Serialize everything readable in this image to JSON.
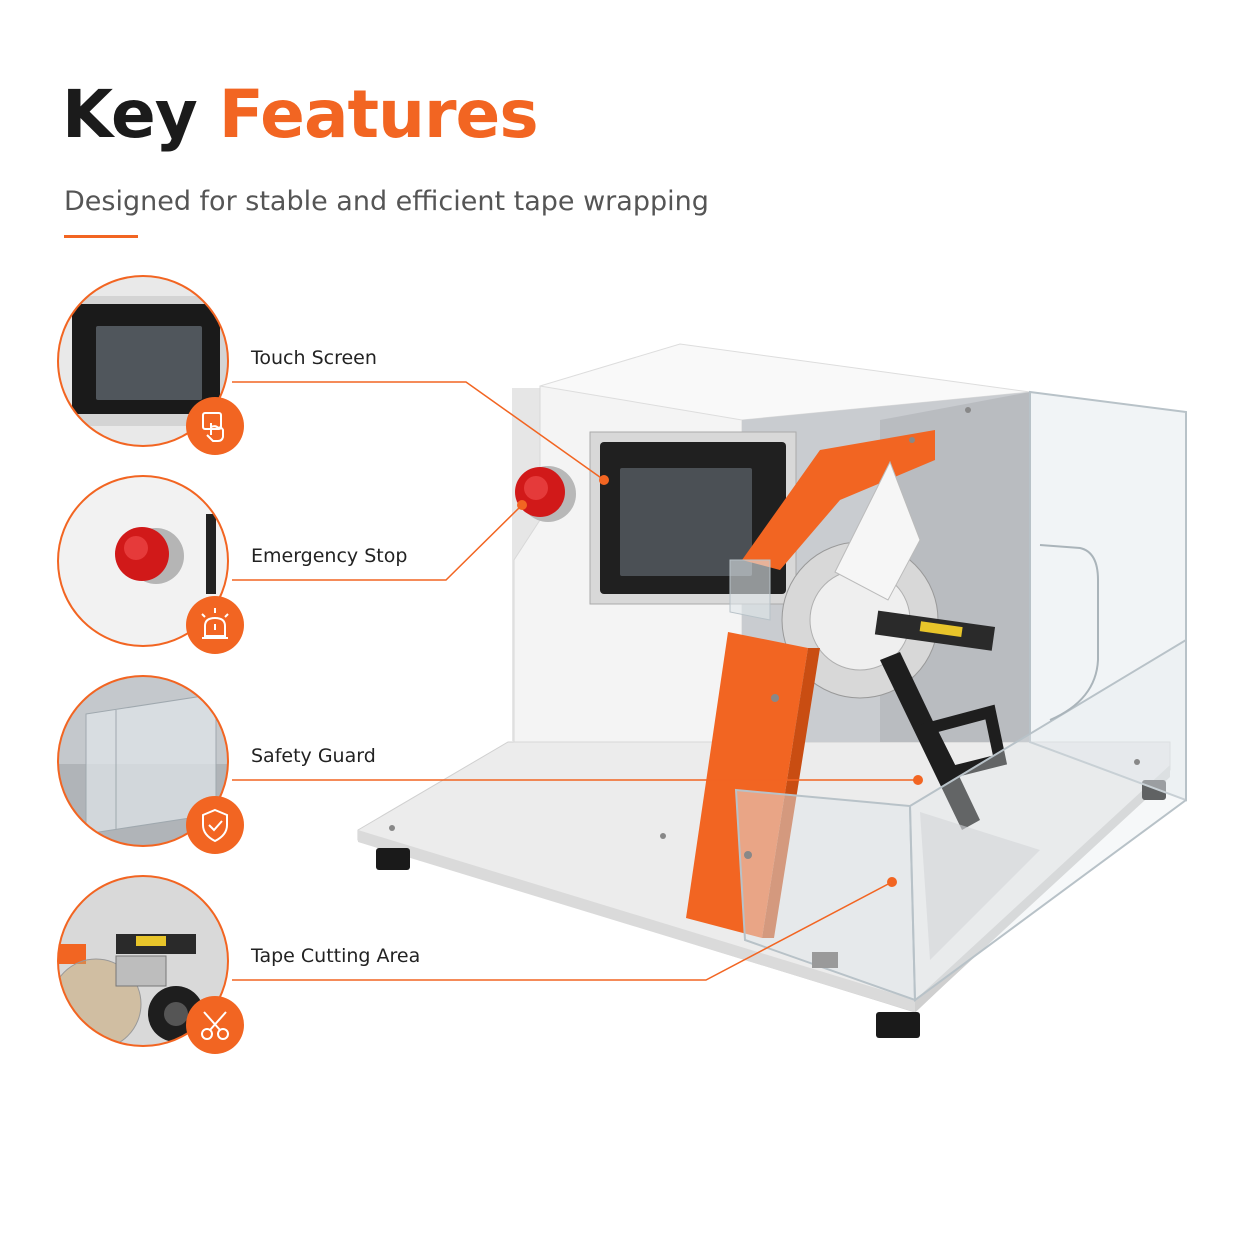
{
  "header": {
    "title_part1": "Key",
    "title_part2": "Features",
    "subtitle": "Designed for stable and efficient tape wrapping"
  },
  "colors": {
    "accent": "#f26522",
    "title_dark": "#1b1b1b",
    "subtitle": "#555555"
  },
  "features": [
    {
      "label": "Touch Screen",
      "icon": "touch-hand-icon"
    },
    {
      "label": "Emergency Stop",
      "icon": "alarm-light-icon"
    },
    {
      "label": "Safety Guard",
      "icon": "shield-check-icon"
    },
    {
      "label": "Tape Cutting Area",
      "icon": "scissors-icon"
    }
  ]
}
